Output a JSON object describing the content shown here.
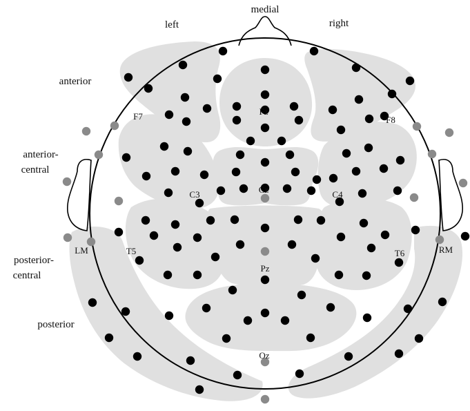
{
  "orientation_labels": {
    "medial": "medial",
    "left": "left",
    "right": "right"
  },
  "region_labels": {
    "anterior": "anterior",
    "anterior_central_line1": "anterior-",
    "anterior_central_line2": "central",
    "posterior_central_line1": "posterior-",
    "posterior_central_line2": "central",
    "posterior": "posterior"
  },
  "electrode_labels": {
    "fz": "Fz",
    "cz": "Cz",
    "pz": "Pz",
    "oz": "Oz",
    "f7": "F7",
    "f8": "F8",
    "c3": "C3",
    "c4": "C4",
    "t5": "T5",
    "t6": "T6",
    "lm": "LM",
    "rm": "RM"
  },
  "colors": {
    "region_fill": "#e0e0e0",
    "electrode_black": "#000000",
    "electrode_gray": "#8a8a8a",
    "outline": "#000000"
  }
}
